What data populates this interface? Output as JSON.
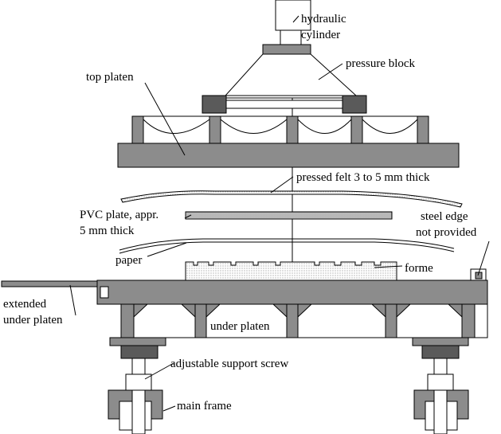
{
  "labels": {
    "hydraulic_cylinder_1": "hydraulic",
    "hydraulic_cylinder_2": "cylinder",
    "pressure_block": "pressure block",
    "top_platen": "top platen",
    "pressed_felt": "pressed felt 3 to 5 mm thick",
    "pvc_plate_1": "PVC plate, appr.",
    "pvc_plate_2": "5 mm thick",
    "steel_edge_1": "steel edge",
    "steel_edge_2": "not provided",
    "paper": "paper",
    "forme": "forme",
    "extended_under_platen_1": "extended",
    "extended_under_platen_2": "under platen",
    "under_platen": "under platen",
    "adjustable_support_screw": "adjustable support screw",
    "main_frame": "main frame"
  },
  "colors": {
    "line": "#000000",
    "platen_gray": "#8c8c8c",
    "light_gray": "#bdbdbd",
    "forme_fill": "#e6e6e6"
  }
}
